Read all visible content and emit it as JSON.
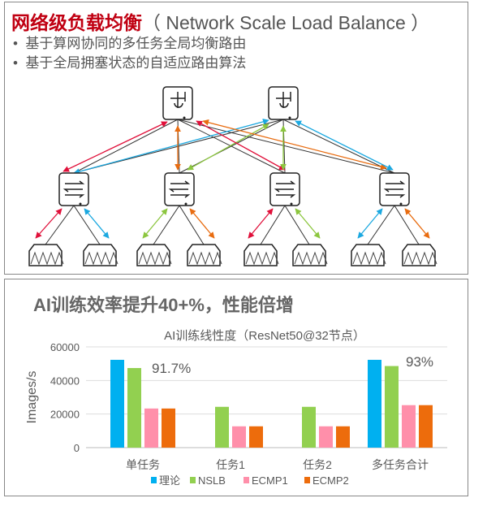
{
  "top": {
    "title_cn": "网络级负载均衡",
    "title_en": "（ Network Scale Load Balance ）",
    "bullets": [
      "基于算网协同的多任务全局均衡路由",
      "基于全局拥塞状态的自适应路由算法"
    ],
    "colors": {
      "red": "#e0103a",
      "blue": "#1ba8e0",
      "orange": "#e86c10",
      "green": "#8cc63f"
    }
  },
  "bottom": {
    "headline": "AI训练效率提升40+%，性能倍增"
  },
  "chart_data": {
    "type": "bar",
    "title": "AI训练线性度（ResNet50@32节点）",
    "ylabel": "Images/s",
    "xlabel": "",
    "ylim": [
      0,
      60000
    ],
    "yticks": [
      "0",
      "20000",
      "40000",
      "60000"
    ],
    "categories": [
      "单任务",
      "任务1",
      "任务2",
      "多任务合计"
    ],
    "series": [
      {
        "name": "理论",
        "color": "#00b0f0",
        "values": [
          52300,
          null,
          null,
          52300
        ]
      },
      {
        "name": "NSLB",
        "color": "#92d050",
        "values": [
          47400,
          24300,
          24300,
          48600
        ]
      },
      {
        "name": "ECMP1",
        "color": "#ff8faa",
        "values": [
          23300,
          12700,
          12700,
          25300
        ]
      },
      {
        "name": "ECMP2",
        "color": "#ed6c0c",
        "values": [
          23300,
          12700,
          12700,
          25300
        ]
      }
    ],
    "annotations": [
      "91.7%",
      "93%"
    ],
    "grid": true,
    "legend": "bottom"
  }
}
